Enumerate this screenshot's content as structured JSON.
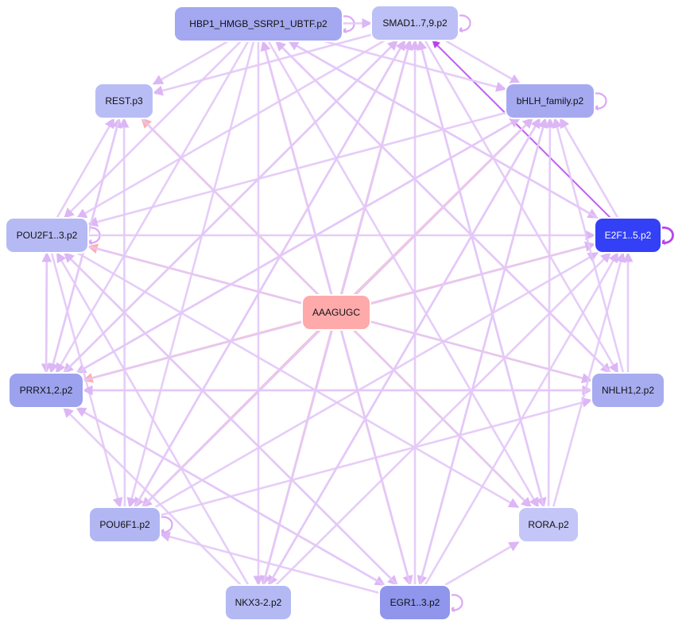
{
  "nodes": [
    {
      "id": "hbp1",
      "label": "HBP1_HMGB_SSRP1_UBTF.p2",
      "fill": "#a3a8f0",
      "text_color": "#111111"
    },
    {
      "id": "smad",
      "label": "SMAD1..7,9.p2",
      "fill": "#bcc0f6",
      "text_color": "#111111"
    },
    {
      "id": "rest",
      "label": "REST.p3",
      "fill": "#b9bdf5",
      "text_color": "#111111"
    },
    {
      "id": "bhlh",
      "label": "bHLH_family.p2",
      "fill": "#a5aaf0",
      "text_color": "#111111"
    },
    {
      "id": "pou2f1",
      "label": "POU2F1..3.p2",
      "fill": "#b5baf4",
      "text_color": "#111111"
    },
    {
      "id": "e2f1",
      "label": "E2F1..5.p2",
      "fill": "#3340f5",
      "text_color": "#ffffff"
    },
    {
      "id": "aaagugc",
      "label": "AAAGUGC",
      "fill": "#ffaaaa",
      "text_color": "#111111"
    },
    {
      "id": "prrx1",
      "label": "PRRX1,2.p2",
      "fill": "#9ca2ee",
      "text_color": "#111111"
    },
    {
      "id": "nhlh1",
      "label": "NHLH1,2.p2",
      "fill": "#a7acf0",
      "text_color": "#111111"
    },
    {
      "id": "pou6f1",
      "label": "POU6F1.p2",
      "fill": "#b2b7f3",
      "text_color": "#111111"
    },
    {
      "id": "rora",
      "label": "RORA.p2",
      "fill": "#c3c6f7",
      "text_color": "#111111"
    },
    {
      "id": "nkx3",
      "label": "NKX3-2.p2",
      "fill": "#b4b9f4",
      "text_color": "#111111"
    },
    {
      "id": "egr1",
      "label": "EGR1..3.p2",
      "fill": "#8f96ec",
      "text_color": "#111111"
    }
  ],
  "edges": [
    {
      "from": "aaagugc",
      "to": "hbp1",
      "kind": "mirna"
    },
    {
      "from": "aaagugc",
      "to": "smad",
      "kind": "mirna"
    },
    {
      "from": "aaagugc",
      "to": "rest",
      "kind": "mirna"
    },
    {
      "from": "aaagugc",
      "to": "bhlh",
      "kind": "mirna"
    },
    {
      "from": "aaagugc",
      "to": "pou2f1",
      "kind": "mirna"
    },
    {
      "from": "aaagugc",
      "to": "e2f1",
      "kind": "mirna"
    },
    {
      "from": "aaagugc",
      "to": "prrx1",
      "kind": "mirna"
    },
    {
      "from": "aaagugc",
      "to": "nhlh1",
      "kind": "mirna"
    },
    {
      "from": "aaagugc",
      "to": "pou6f1",
      "kind": "mirna"
    },
    {
      "from": "aaagugc",
      "to": "rora",
      "kind": "mirna"
    },
    {
      "from": "aaagugc",
      "to": "nkx3",
      "kind": "mirna"
    },
    {
      "from": "aaagugc",
      "to": "egr1",
      "kind": "mirna"
    },
    {
      "from": "e2f1",
      "to": "smad",
      "kind": "strong"
    },
    {
      "from": "e2f1",
      "to": "e2f1",
      "kind": "self_strong"
    },
    {
      "from": "smad",
      "to": "smad",
      "kind": "self"
    },
    {
      "from": "hbp1",
      "to": "hbp1",
      "kind": "self"
    },
    {
      "from": "bhlh",
      "to": "bhlh",
      "kind": "self"
    },
    {
      "from": "pou6f1",
      "to": "pou6f1",
      "kind": "self"
    },
    {
      "from": "egr1",
      "to": "egr1",
      "kind": "self"
    },
    {
      "from": "pou2f1",
      "to": "pou2f1",
      "kind": "self"
    },
    {
      "from": "hbp1",
      "to": "smad",
      "kind": "tf"
    },
    {
      "from": "hbp1",
      "to": "rest",
      "kind": "tf"
    },
    {
      "from": "hbp1",
      "to": "bhlh",
      "kind": "tf"
    },
    {
      "from": "hbp1",
      "to": "pou2f1",
      "kind": "tf"
    },
    {
      "from": "hbp1",
      "to": "e2f1",
      "kind": "tf"
    },
    {
      "from": "hbp1",
      "to": "prrx1",
      "kind": "tf"
    },
    {
      "from": "hbp1",
      "to": "nhlh1",
      "kind": "tf"
    },
    {
      "from": "hbp1",
      "to": "pou6f1",
      "kind": "tf"
    },
    {
      "from": "hbp1",
      "to": "rora",
      "kind": "tf"
    },
    {
      "from": "hbp1",
      "to": "nkx3",
      "kind": "tf"
    },
    {
      "from": "hbp1",
      "to": "egr1",
      "kind": "tf"
    },
    {
      "from": "smad",
      "to": "bhlh",
      "kind": "tf"
    },
    {
      "from": "smad",
      "to": "rest",
      "kind": "tf"
    },
    {
      "from": "smad",
      "to": "pou2f1",
      "kind": "tf"
    },
    {
      "from": "smad",
      "to": "prrx1",
      "kind": "tf"
    },
    {
      "from": "smad",
      "to": "nhlh1",
      "kind": "tf"
    },
    {
      "from": "smad",
      "to": "pou6f1",
      "kind": "tf"
    },
    {
      "from": "smad",
      "to": "rora",
      "kind": "tf"
    },
    {
      "from": "smad",
      "to": "nkx3",
      "kind": "tf"
    },
    {
      "from": "bhlh",
      "to": "pou2f1",
      "kind": "tf"
    },
    {
      "from": "bhlh",
      "to": "prrx1",
      "kind": "tf"
    },
    {
      "from": "bhlh",
      "to": "pou6f1",
      "kind": "tf"
    },
    {
      "from": "bhlh",
      "to": "nkx3",
      "kind": "tf"
    },
    {
      "from": "bhlh",
      "to": "egr1",
      "kind": "tf"
    },
    {
      "from": "pou2f1",
      "to": "e2f1",
      "kind": "tf"
    },
    {
      "from": "pou2f1",
      "to": "rest",
      "kind": "tf"
    },
    {
      "from": "pou2f1",
      "to": "prrx1",
      "kind": "tf"
    },
    {
      "from": "pou2f1",
      "to": "nhlh1",
      "kind": "tf"
    },
    {
      "from": "pou2f1",
      "to": "rora",
      "kind": "tf"
    },
    {
      "from": "pou2f1",
      "to": "egr1",
      "kind": "tf"
    },
    {
      "from": "pou2f1",
      "to": "pou6f1",
      "kind": "tf"
    },
    {
      "from": "prrx1",
      "to": "rest",
      "kind": "tf"
    },
    {
      "from": "prrx1",
      "to": "smad",
      "kind": "tf"
    },
    {
      "from": "prrx1",
      "to": "bhlh",
      "kind": "tf"
    },
    {
      "from": "prrx1",
      "to": "e2f1",
      "kind": "tf"
    },
    {
      "from": "prrx1",
      "to": "egr1",
      "kind": "tf"
    },
    {
      "from": "prrx1",
      "to": "nhlh1",
      "kind": "tf"
    },
    {
      "from": "prrx1",
      "to": "pou2f1",
      "kind": "tf"
    },
    {
      "from": "egr1",
      "to": "hbp1",
      "kind": "tf"
    },
    {
      "from": "egr1",
      "to": "smad",
      "kind": "tf"
    },
    {
      "from": "egr1",
      "to": "bhlh",
      "kind": "tf"
    },
    {
      "from": "egr1",
      "to": "e2f1",
      "kind": "tf"
    },
    {
      "from": "egr1",
      "to": "rora",
      "kind": "tf"
    },
    {
      "from": "egr1",
      "to": "pou6f1",
      "kind": "tf"
    },
    {
      "from": "egr1",
      "to": "prrx1",
      "kind": "tf"
    },
    {
      "from": "egr1",
      "to": "pou2f1",
      "kind": "tf"
    },
    {
      "from": "nkx3",
      "to": "e2f1",
      "kind": "tf"
    },
    {
      "from": "nkx3",
      "to": "smad",
      "kind": "tf"
    },
    {
      "from": "nkx3",
      "to": "bhlh",
      "kind": "tf"
    },
    {
      "from": "nkx3",
      "to": "prrx1",
      "kind": "tf"
    },
    {
      "from": "nkx3",
      "to": "pou2f1",
      "kind": "tf"
    },
    {
      "from": "pou6f1",
      "to": "smad",
      "kind": "tf"
    },
    {
      "from": "pou6f1",
      "to": "e2f1",
      "kind": "tf"
    },
    {
      "from": "pou6f1",
      "to": "nhlh1",
      "kind": "tf"
    },
    {
      "from": "pou6f1",
      "to": "rest",
      "kind": "tf"
    },
    {
      "from": "pou6f1",
      "to": "bhlh",
      "kind": "tf"
    },
    {
      "from": "nhlh1",
      "to": "bhlh",
      "kind": "tf"
    },
    {
      "from": "nhlh1",
      "to": "e2f1",
      "kind": "tf"
    },
    {
      "from": "nhlh1",
      "to": "hbp1",
      "kind": "tf"
    },
    {
      "from": "nhlh1",
      "to": "prrx1",
      "kind": "tf"
    },
    {
      "from": "rora",
      "to": "bhlh",
      "kind": "tf"
    },
    {
      "from": "rora",
      "to": "e2f1",
      "kind": "tf"
    },
    {
      "from": "rora",
      "to": "smad",
      "kind": "tf"
    },
    {
      "from": "rest",
      "to": "rora",
      "kind": "tf"
    },
    {
      "from": "rest",
      "to": "prrx1",
      "kind": "tf"
    },
    {
      "from": "e2f1",
      "to": "hbp1",
      "kind": "tf"
    },
    {
      "from": "e2f1",
      "to": "bhlh",
      "kind": "tf"
    }
  ],
  "edge_colors": {
    "mirna": "#ffc0c0",
    "tf": "#e3c8f7",
    "strong": "#c060ee",
    "self": "#dca8f5",
    "self_strong": "#bb44ee"
  }
}
